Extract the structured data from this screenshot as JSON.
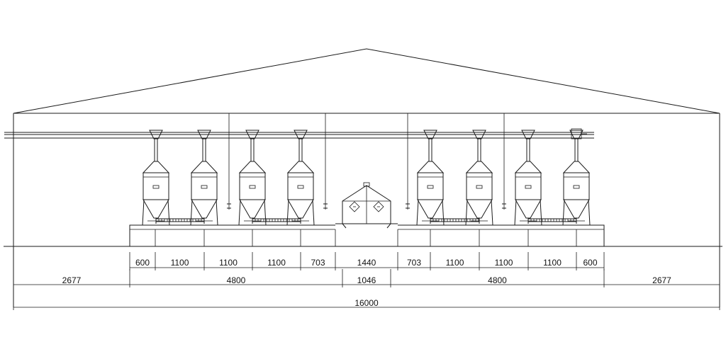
{
  "dimensions": {
    "row1": [
      "600",
      "1100",
      "1100",
      "1100",
      "703",
      "1440",
      "703",
      "1100",
      "1100",
      "1100",
      "600"
    ],
    "row2": [
      "2677",
      "4800",
      "1046",
      "4800",
      "2677"
    ],
    "row3": [
      "16000"
    ]
  },
  "colors": {
    "line": "#1a1a1a",
    "background": "#ffffff"
  }
}
